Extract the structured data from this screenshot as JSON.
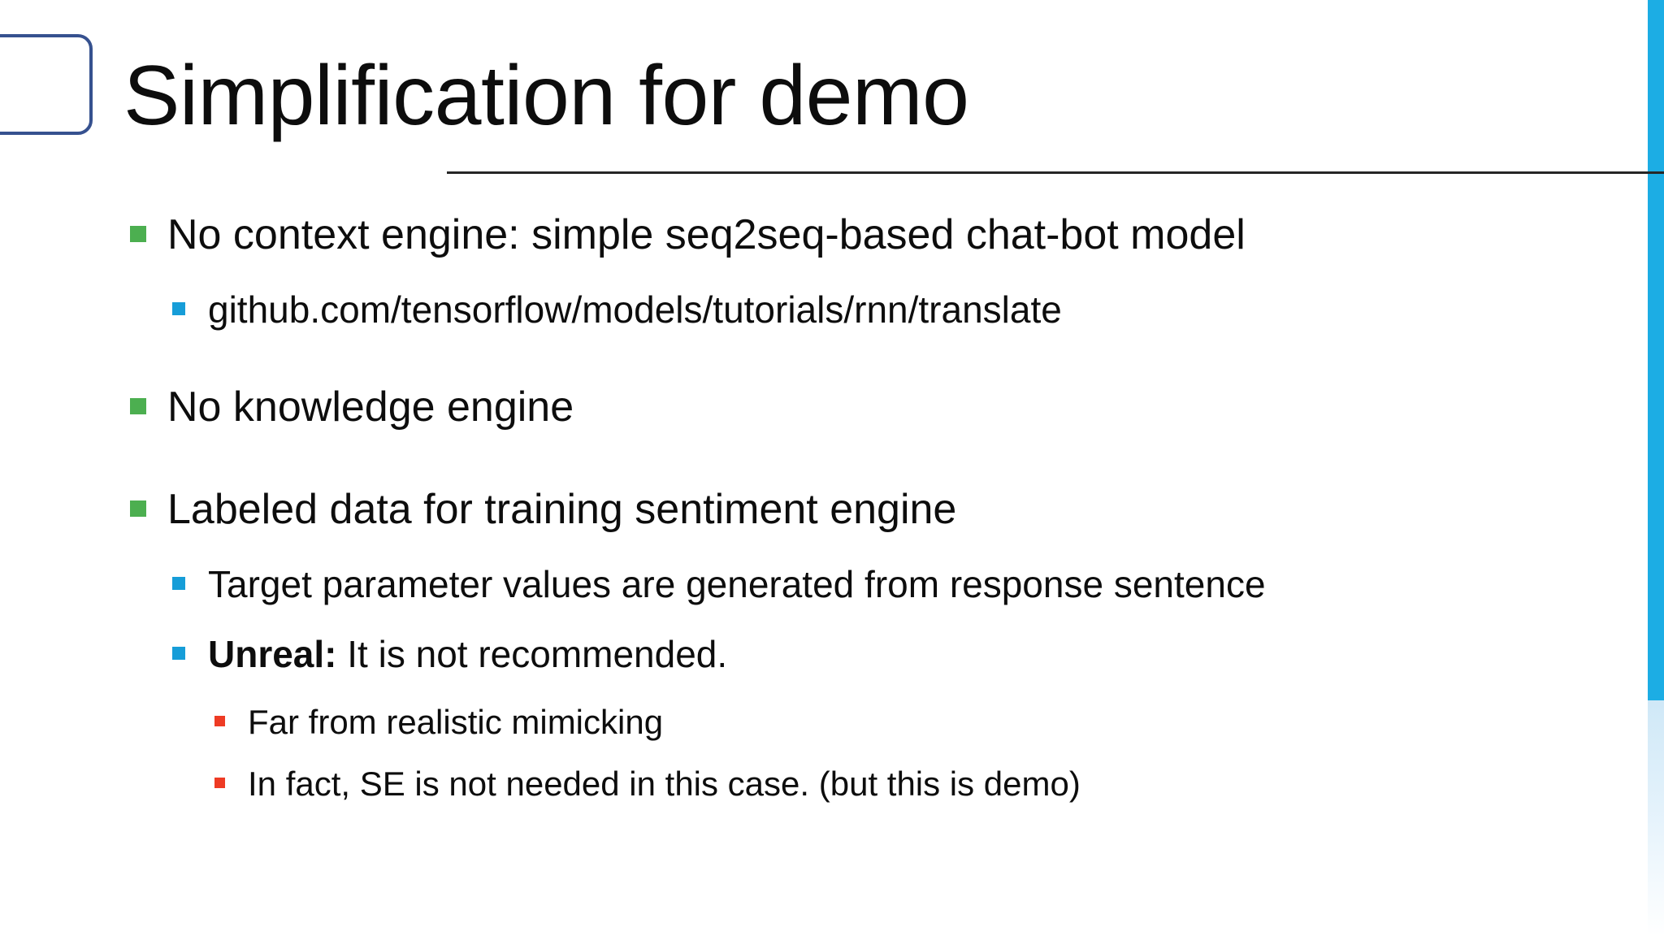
{
  "slide": {
    "title": "Simplification for demo",
    "accents": {
      "corner_box_color": "#36518f",
      "right_bar_color": "#1cade4",
      "right_bar_fade_color": "#cfe8f7",
      "title_rule_color": "#262626"
    },
    "bullet_colors": {
      "level1": "#4caf50",
      "level2": "#169dd8",
      "level3": "#ee3b24"
    },
    "body": [
      {
        "level": 1,
        "text": "No context engine: simple seq2seq-based chat-bot model"
      },
      {
        "level": 2,
        "text": "github.com/tensorflow/models/tutorials/rnn/translate"
      },
      {
        "level": 1,
        "text": "No knowledge engine"
      },
      {
        "level": 1,
        "text": "Labeled data for training sentiment engine"
      },
      {
        "level": 2,
        "text": "Target parameter values are generated from response sentence"
      },
      {
        "level": 2,
        "text_bold": "Unreal:",
        "text": " It is not recommended."
      },
      {
        "level": 3,
        "text": "Far from realistic mimicking"
      },
      {
        "level": 3,
        "text": "In fact, SE is not needed in this case. (but this is demo)"
      }
    ]
  }
}
